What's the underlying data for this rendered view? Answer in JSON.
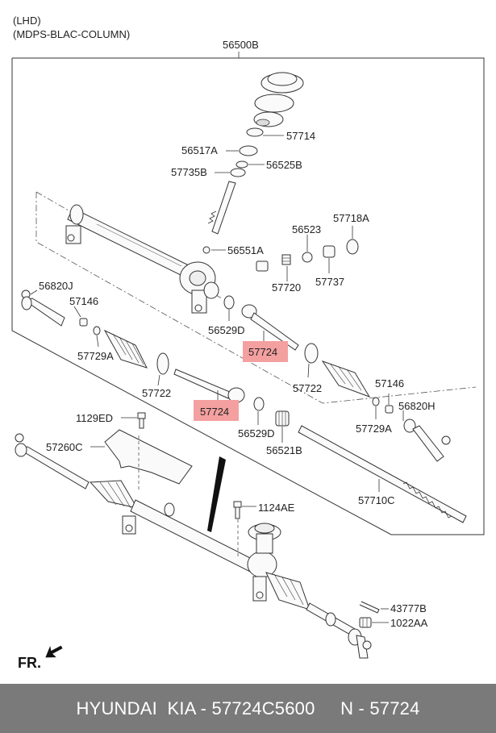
{
  "header": {
    "line1": "(LHD)",
    "line2": "(MDPS-BLAC-COLUMN)"
  },
  "assembly_label": "56500B",
  "labels": {
    "p57714": "57714",
    "p56517A": "56517A",
    "p56525B": "56525B",
    "p57735B": "57735B",
    "p57718A": "57718A",
    "p56523": "56523",
    "p56551A": "56551A",
    "p57720": "57720",
    "p57737": "57737",
    "p56820J": "56820J",
    "p57146_l": "57146",
    "p56529D_a": "56529D",
    "p57724_a": "57724",
    "p57729A_l": "57729A",
    "p57722_l": "57722",
    "p57722_r": "57722",
    "p57146_r": "57146",
    "p56820H": "56820H",
    "p57724_b": "57724",
    "p57729A_r": "57729A",
    "p1129ED": "1129ED",
    "p56529D_b": "56529D",
    "p57260C": "57260C",
    "p56521B": "56521B",
    "p57710C": "57710C",
    "p1124AE": "1124AE",
    "p43777B": "43777B",
    "p1022AA": "1022AA"
  },
  "front_marker": "FR.",
  "colors": {
    "highlight": "#f4a0a0",
    "footer_bg": "#7a7a7a",
    "footer_text": "#ffffff"
  },
  "footer": {
    "text": "HYUNDAI  KIA - 57724C5600     N - 57724"
  }
}
